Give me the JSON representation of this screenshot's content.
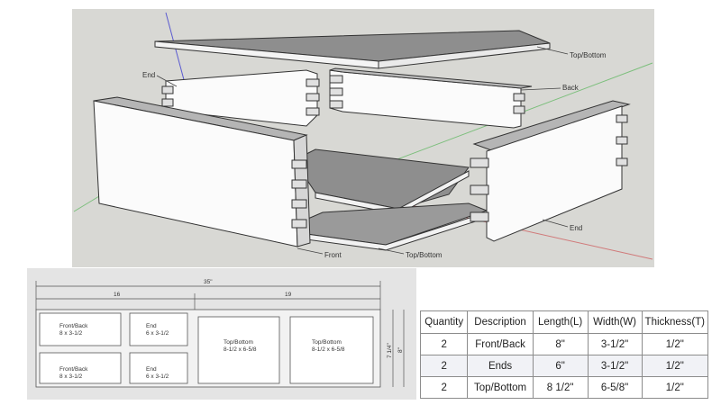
{
  "model_labels": {
    "top_bottom_upper": "Top/Bottom",
    "end_left": "End",
    "back": "Back",
    "end_right": "End",
    "front": "Front",
    "top_bottom_lower": "Top/Bottom"
  },
  "cut_plan": {
    "overall_length": "35\"",
    "left_length": "16",
    "right_length": "19",
    "overall_width": "7 1/4\"",
    "width_8": "8\"",
    "pieces": [
      {
        "name": "Front/Back",
        "size": "8 x 3-1/2"
      },
      {
        "name": "End",
        "size": "6 x 3-1/2"
      },
      {
        "name": "Top/Bottom",
        "size": "8-1/2 x 6-5/8"
      },
      {
        "name": "Top/Bottom",
        "size": "8-1/2 x 6-5/8"
      },
      {
        "name": "Front/Back",
        "size": "8 x 3-1/2"
      },
      {
        "name": "End",
        "size": "6 x 3-1/2"
      }
    ]
  },
  "parts_table": {
    "headers": [
      "Quantity",
      "Description",
      "Length(L)",
      "Width(W)",
      "Thickness(T)"
    ],
    "rows": [
      [
        "2",
        "Front/Back",
        "8\"",
        "3-1/2\"",
        "1/2\""
      ],
      [
        "2",
        "Ends",
        "6\"",
        "3-1/2\"",
        "1/2\""
      ],
      [
        "2",
        "Top/Bottom",
        "8 1/2\"",
        "6-5/8\"",
        "1/2\""
      ]
    ]
  },
  "colors": {
    "viewport_bg": "#d8d8d4",
    "panel_face": "#fbfbfb",
    "panel_dark": "#8a8a8a",
    "table_border": "#8c8c8c"
  }
}
